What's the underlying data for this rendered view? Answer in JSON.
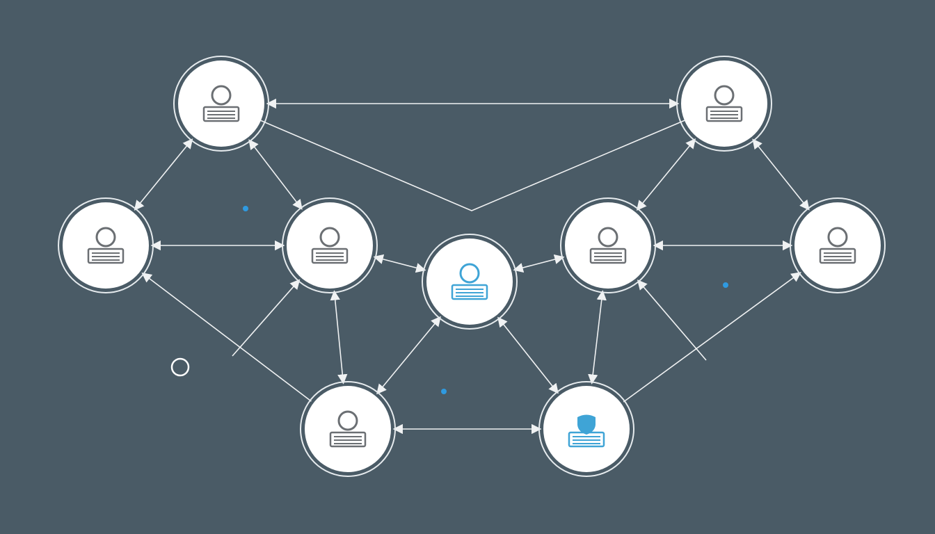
{
  "colors": {
    "background": "#4a5b66",
    "edge": "#ffffff",
    "node_fill": "#ffffff",
    "node_ring": "#e6ebee",
    "icon_default": "#6b6f73",
    "icon_highlight": "#3fa4d6",
    "dot_accent": "#2f9ae0"
  },
  "nodes": [
    {
      "id": "n1",
      "icon": "user-icon",
      "highlight": false
    },
    {
      "id": "n2",
      "icon": "user-icon",
      "highlight": false
    },
    {
      "id": "n3",
      "icon": "user-icon",
      "highlight": false
    },
    {
      "id": "n4",
      "icon": "user-icon",
      "highlight": false
    },
    {
      "id": "n5",
      "icon": "user-icon",
      "highlight": true
    },
    {
      "id": "n6",
      "icon": "user-icon",
      "highlight": false
    },
    {
      "id": "n7",
      "icon": "user-icon",
      "highlight": false
    },
    {
      "id": "n8",
      "icon": "user-icon",
      "highlight": false
    },
    {
      "id": "n9",
      "icon": "shield-user-icon",
      "highlight": true
    }
  ],
  "edges": [
    {
      "from": "n1",
      "to": "n2",
      "arrows": "both"
    },
    {
      "from": "n1",
      "to": "n3",
      "arrows": "both"
    },
    {
      "from": "n1",
      "to": "n4",
      "arrows": "both"
    },
    {
      "from": "n1",
      "to": "n2",
      "arrows": "none",
      "via_center": true
    },
    {
      "from": "n3",
      "to": "n4",
      "arrows": "both"
    },
    {
      "from": "n4",
      "to": "n5",
      "arrows": "both"
    },
    {
      "from": "n5",
      "to": "n6",
      "arrows": "both"
    },
    {
      "from": "n6",
      "to": "n7",
      "arrows": "both"
    },
    {
      "from": "n2",
      "to": "n6",
      "arrows": "both"
    },
    {
      "from": "n2",
      "to": "n7",
      "arrows": "both"
    },
    {
      "from": "n4",
      "to": "n8",
      "arrows": "both"
    },
    {
      "from": "n5",
      "to": "n8",
      "arrows": "both"
    },
    {
      "from": "n5",
      "to": "n9",
      "arrows": "both"
    },
    {
      "from": "n8",
      "to": "n9",
      "arrows": "both"
    },
    {
      "from": "n6",
      "to": "n9",
      "arrows": "both"
    },
    {
      "from": "n3",
      "to": "n8",
      "arrows": "start"
    },
    {
      "from": "n8",
      "to": "n4",
      "arrows": "end",
      "branch": true
    },
    {
      "from": "n9",
      "to": "n7",
      "arrows": "end"
    },
    {
      "from": "n9",
      "to": "n6",
      "arrows": "end",
      "branch": true
    }
  ],
  "decorations": [
    {
      "type": "dot",
      "color": "#2f9ae0"
    },
    {
      "type": "dot",
      "color": "#2f9ae0"
    },
    {
      "type": "dot",
      "color": "#2f9ae0"
    },
    {
      "type": "ring",
      "color": "#ffffff"
    }
  ]
}
